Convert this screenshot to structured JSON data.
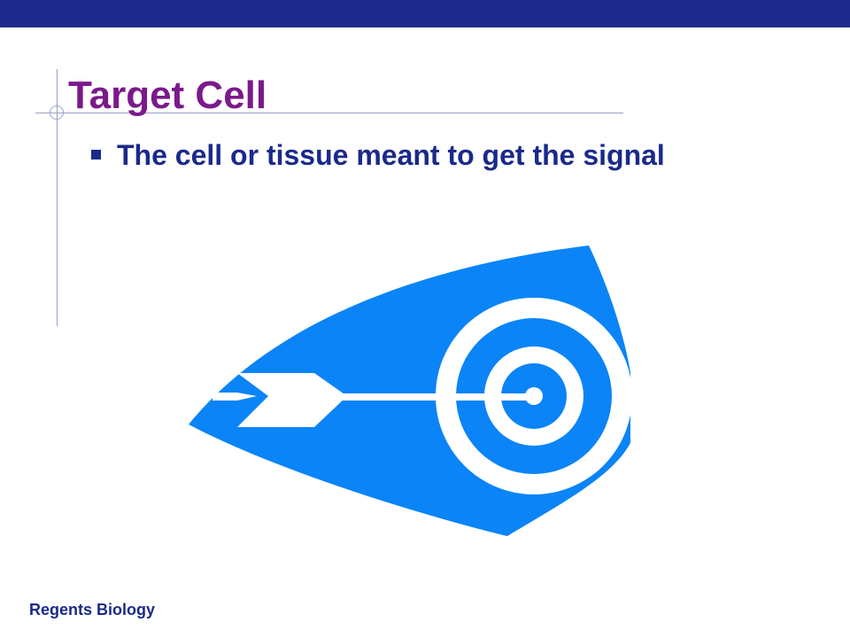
{
  "slide": {
    "title": "Target Cell",
    "bullets": [
      "The cell or tissue meant to get the signal"
    ],
    "footer": "Regents Biology"
  },
  "theme": {
    "bar_color": "#1f2a8c",
    "title_color": "#7a1a8a",
    "text_color": "#1a2a8a",
    "art_color": "#0a84f7"
  },
  "art": {
    "icon": "target-with-arrow-icon"
  }
}
